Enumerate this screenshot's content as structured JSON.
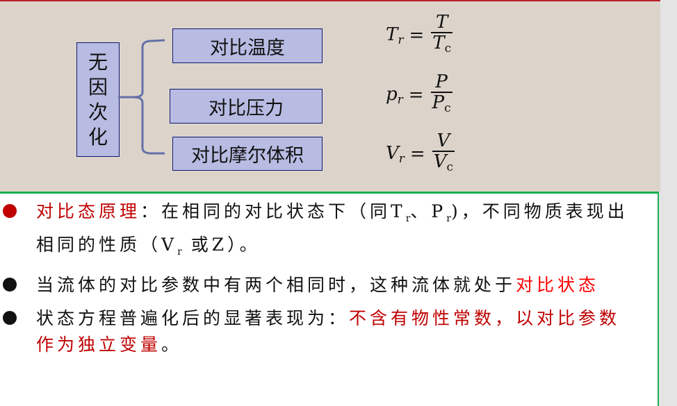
{
  "diagram": {
    "root_label": [
      "无",
      "因",
      "次",
      "化"
    ],
    "branches": [
      {
        "label": "对比温度"
      },
      {
        "label": "对比压力"
      },
      {
        "label": "对比摩尔体积"
      }
    ],
    "brace_color": "#6470a8",
    "box_fill": "#b8bce3",
    "box_border": "#0f1670"
  },
  "equations": [
    {
      "lhs": "T",
      "lhs_sub": "r",
      "eq": "=",
      "num": "T",
      "den": "T",
      "den_sub": "c"
    },
    {
      "lhs": "p",
      "lhs_sub": "r",
      "eq": "=",
      "num": "P",
      "den": "P",
      "den_sub": "c"
    },
    {
      "lhs": "V",
      "lhs_sub": "r",
      "eq": "=",
      "num": "V",
      "den": "V",
      "den_sub": "c"
    }
  ],
  "bullets": [
    {
      "bullet_color": "#c00000",
      "term": "对比态原理",
      "text_a": "：在相同的对比状态下（同T",
      "sub_a": "r",
      "text_b": "、P",
      "sub_b": "r",
      "text_c": ")，不同物质表现出相同的性质（V",
      "sub_c": "r",
      "text_d": " 或Z）。"
    },
    {
      "bullet_color": "#000000",
      "text": "当流体的对比参数中有两个相同时，这种流体就处于",
      "highlight": "对比状态"
    },
    {
      "bullet_color": "#000000",
      "text": "状态方程普遍化后的显著表现为：",
      "highlight": "不含有物性常数，以对比参数作为独立变量",
      "tail": "。"
    }
  ],
  "colors": {
    "top_bar": "#b81e27",
    "upper_bg": "#dcd4ca",
    "divider_green": "#16b04f",
    "term_red": "#c00000",
    "highlight_red": "#ff0000",
    "side_panel": "#e4e4e4"
  }
}
